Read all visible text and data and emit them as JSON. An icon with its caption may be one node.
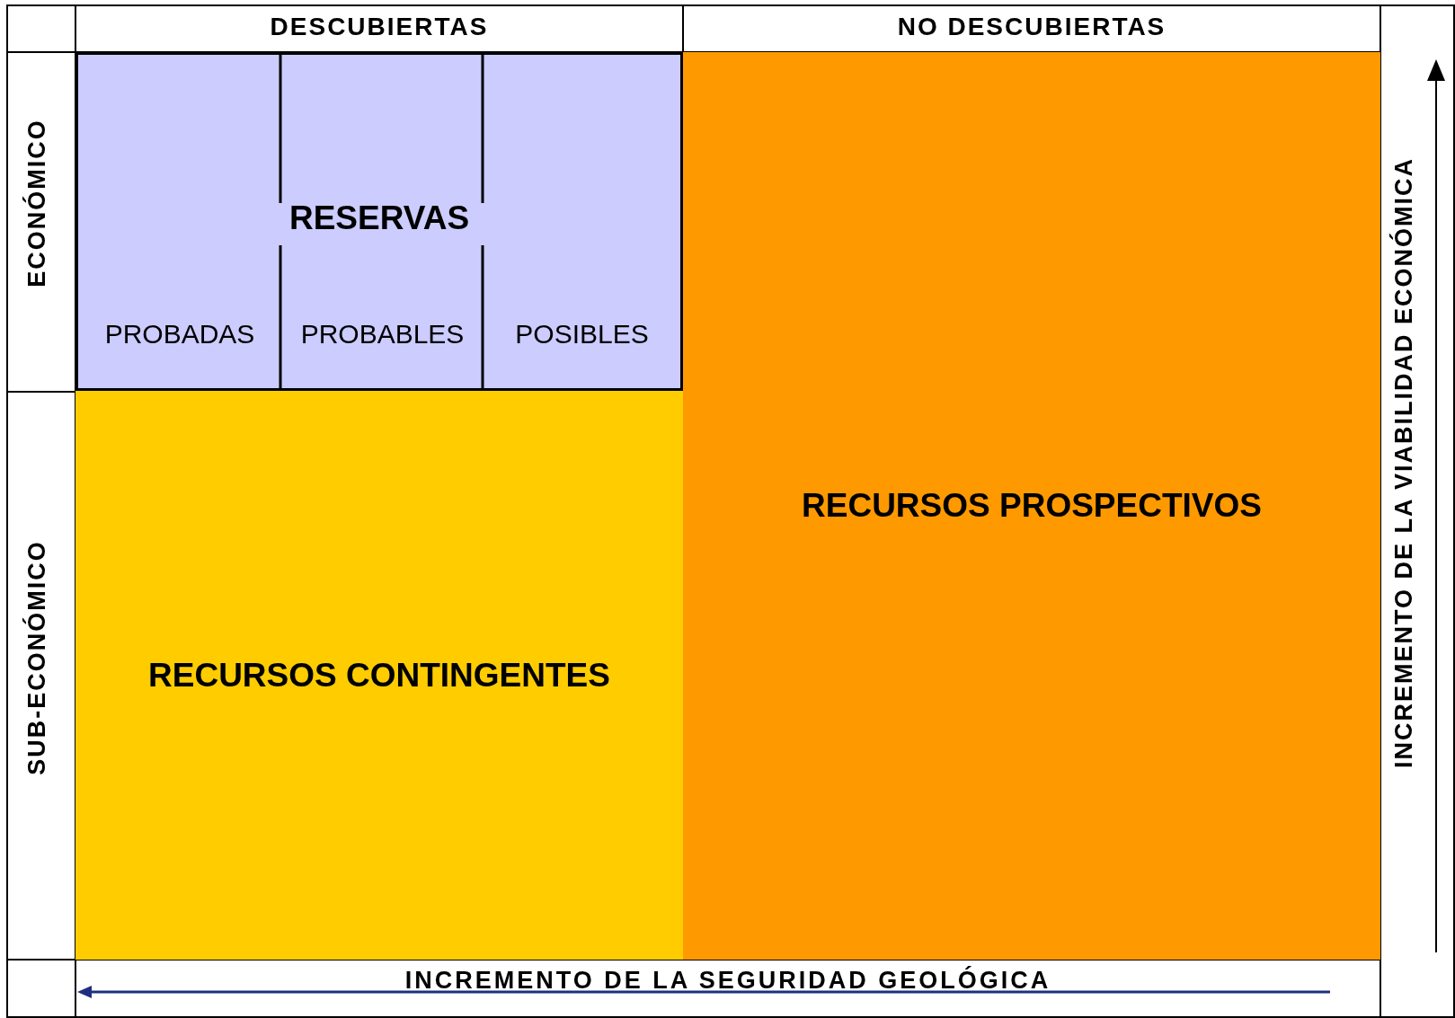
{
  "diagram": {
    "nodes": [
      {
        "text": [
          "RESERVAS"
        ]
      },
      {
        "text": [
          "PROBADAS"
        ],
        "in": 0
      },
      {
        "text": [
          "PROBABLES"
        ],
        "in": 0
      },
      {
        "text": [
          "POSIBLES"
        ],
        "in": 0
      },
      {
        "text": [
          "RECURSOS CONTINGENTES"
        ]
      },
      {
        "text": [
          "RECURSOS PROSPECTIVOS"
        ]
      }
    ],
    "labels": [
      "DESCUBIERTAS",
      "NO DESCUBIERTAS",
      "ECONÓMICO",
      "SUB-ECONÓMICO",
      "INCREMENTO DE LA VIABILIDAD ECONÓMICA",
      "INCREMENTO DE LA SEGURIDAD GEOLÓGICA"
    ]
  }
}
